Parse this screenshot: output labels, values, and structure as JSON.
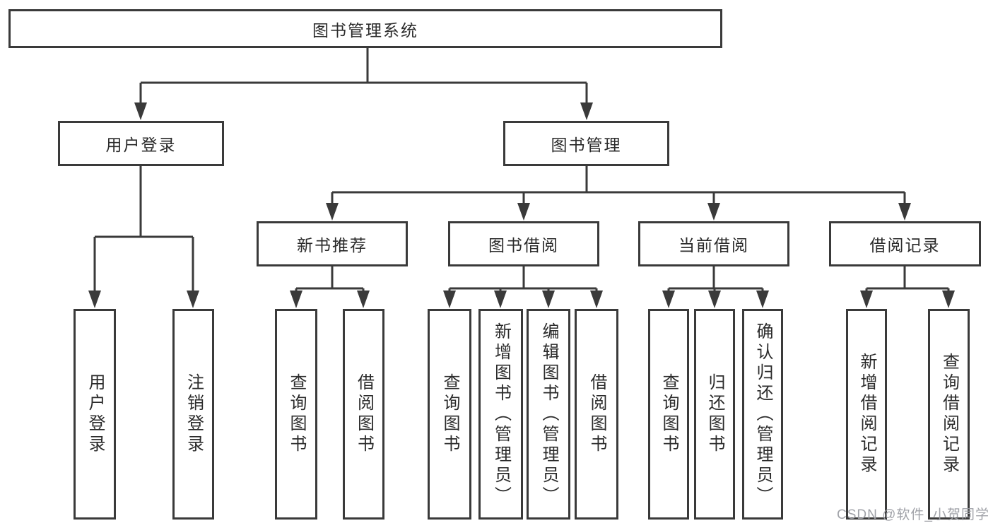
{
  "diagram": {
    "type": "hierarchy-tree",
    "colors": {
      "line": "#3a3a3a",
      "box_border": "#3a3a3a",
      "box_fill": "#ffffff",
      "text": "#2b2b2b",
      "watermark": "#9b9da3"
    },
    "root": {
      "label": "图书管理系统"
    },
    "branches": [
      {
        "label": "用户登录",
        "children": [
          {
            "label": "用户登录"
          },
          {
            "label": "注销登录"
          }
        ]
      },
      {
        "label": "图书管理",
        "children": [
          {
            "label": "新书推荐",
            "children": [
              {
                "label": "查询图书"
              },
              {
                "label": "借阅图书"
              }
            ]
          },
          {
            "label": "图书借阅",
            "children": [
              {
                "label": "查询图书"
              },
              {
                "label": "新增图书（管理员）"
              },
              {
                "label": "编辑图书（管理员）"
              },
              {
                "label": "借阅图书"
              }
            ]
          },
          {
            "label": "当前借阅",
            "children": [
              {
                "label": "查询图书"
              },
              {
                "label": "归还图书"
              },
              {
                "label": "确认归还（管理员）"
              }
            ]
          },
          {
            "label": "借阅记录",
            "children": [
              {
                "label": "新增借阅记录"
              },
              {
                "label": "查询借阅记录"
              }
            ]
          }
        ]
      }
    ]
  },
  "watermark": {
    "text": "CSDN @软件_小贺同学"
  }
}
